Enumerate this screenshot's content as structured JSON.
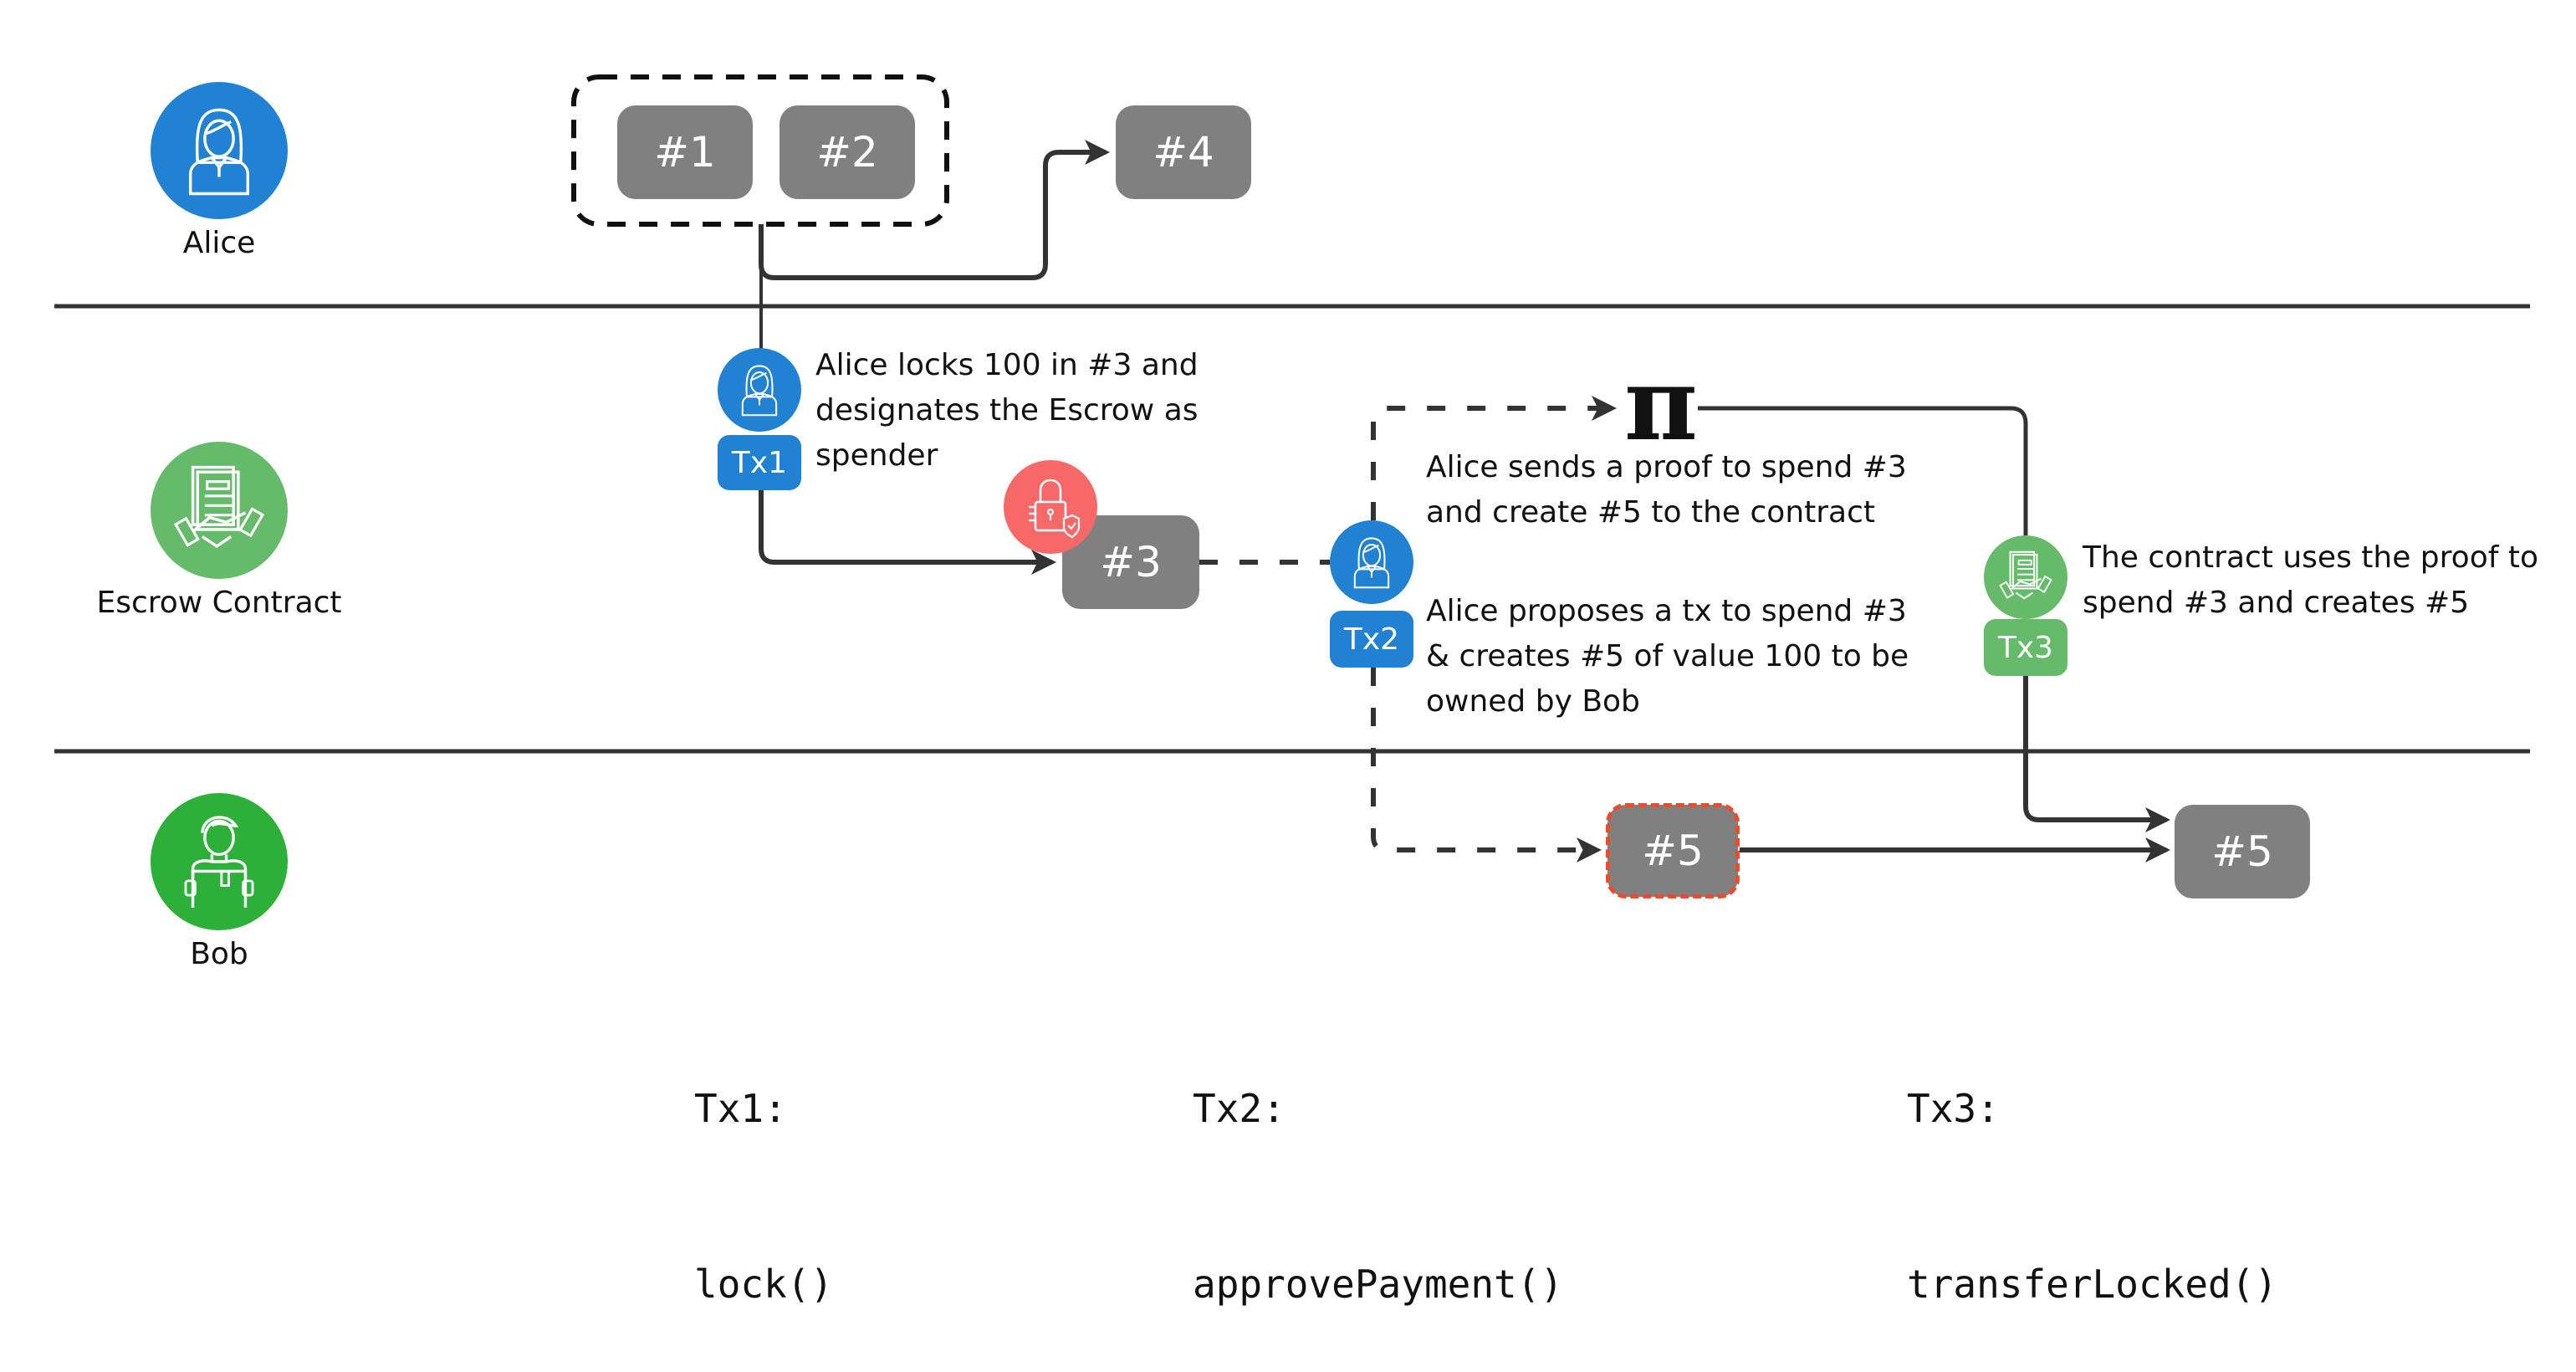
{
  "colors": {
    "alice": "#2181d2",
    "escrow": "#66bb6a",
    "bob": "#2db039",
    "lock": "#f76868",
    "note": "#808080",
    "line": "#333333",
    "highlight_border": "#ee4b2b"
  },
  "lanes": [
    {
      "id": "alice",
      "label": "Alice",
      "icon": "woman-user-icon"
    },
    {
      "id": "escrow",
      "label": "Escrow Contract",
      "icon": "contract-handshake-icon"
    },
    {
      "id": "bob",
      "label": "Bob",
      "icon": "delivery-man-icon"
    }
  ],
  "notes": {
    "n1": "#1",
    "n2": "#2",
    "n3": "#3",
    "n4": "#4",
    "n5_pending": "#5",
    "n5_final": "#5"
  },
  "proof_symbol": "π",
  "transactions": [
    {
      "badge": "Tx1",
      "actor_icon": "woman-user-icon",
      "description": "Alice locks 100 in #3 and\ndesignates the Escrow as\nspender"
    },
    {
      "badge": "Tx2",
      "actor_icon": "woman-user-icon",
      "description_top": "Alice sends a proof to spend #3\nand create #5 to the contract",
      "description": "Alice proposes a tx to spend #3\n& creates #5 of value 100 to be\nowned by Bob"
    },
    {
      "badge": "Tx3",
      "actor_icon": "contract-handshake-icon",
      "description": "The contract uses the proof to\nspend #3 and creates #5"
    }
  ],
  "legend": [
    {
      "tx": "Tx1:",
      "fn": "lock()"
    },
    {
      "tx": "Tx2:",
      "fn": "approvePayment()"
    },
    {
      "tx": "Tx3:",
      "fn": "transferLocked()"
    }
  ]
}
